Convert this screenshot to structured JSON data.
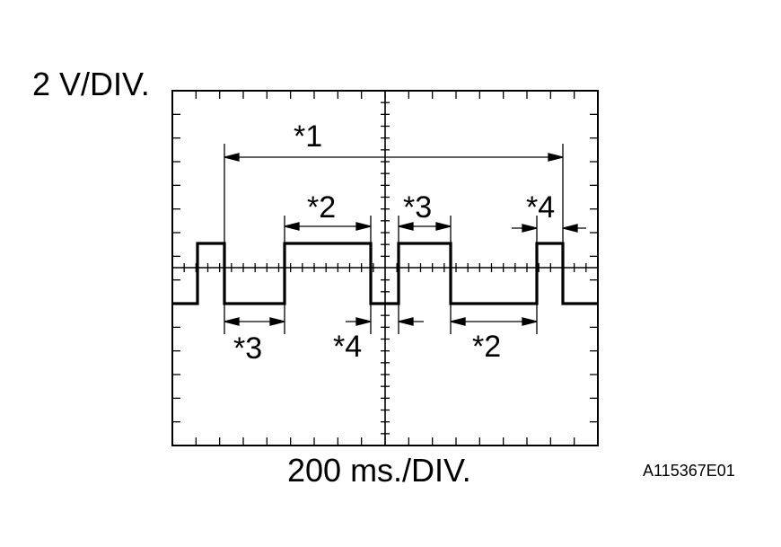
{
  "diagram": {
    "y_scale_label": "2 V/DIV.",
    "x_scale_label": "200 ms./DIV.",
    "figure_code": "A115367E01",
    "annotations": {
      "span_1": "*1",
      "span_2_top": "*2",
      "span_3_top": "*3",
      "span_4_top": "*4",
      "span_3_bottom": "*3",
      "span_4_bottom": "*4",
      "span_2_bottom": "*2"
    }
  }
}
